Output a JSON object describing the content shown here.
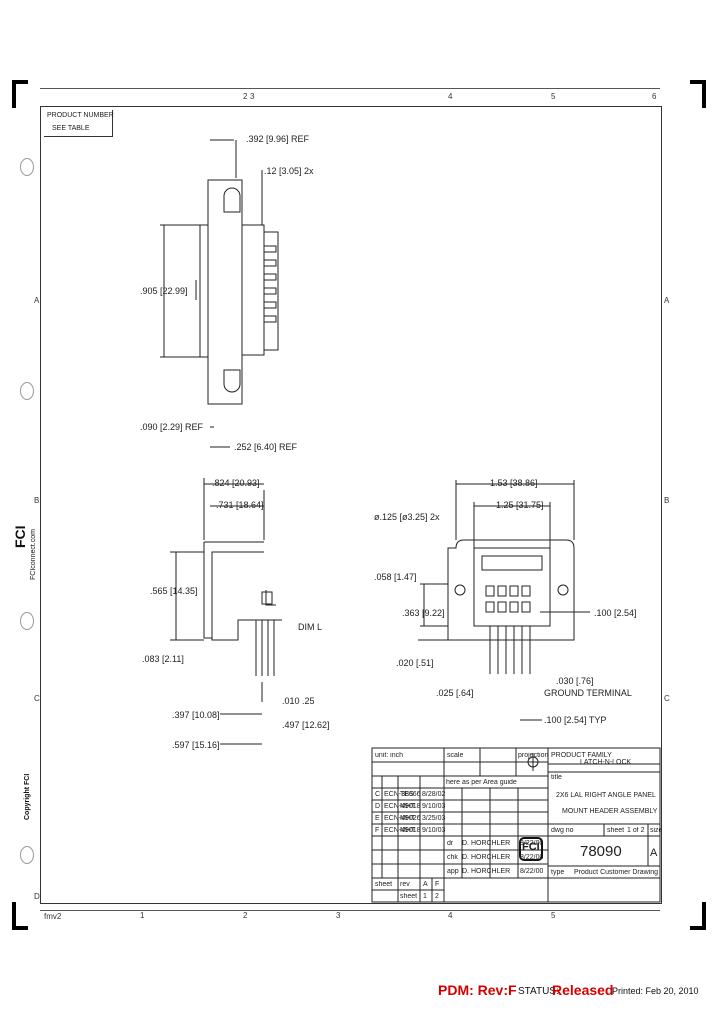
{
  "header": {
    "product_number_label": "PRODUCT NUMBER",
    "product_number_value": "SEE TABLE"
  },
  "zones": {
    "top": [
      "2",
      "3",
      "4",
      "5",
      "6"
    ],
    "bottom": [
      "1",
      "2",
      "3",
      "4",
      "5"
    ],
    "left": [
      "A",
      "B",
      "C",
      "D"
    ],
    "right": [
      "A",
      "B",
      "C"
    ],
    "corner_note": "fmv2"
  },
  "dimensions": {
    "top_ref": ".392 [9.96] REF",
    "slot": ".12 [3.05] 2x",
    "height": ".905 [22.99]",
    "offset_ref": ".090 [2.29] REF",
    "thickness_ref": ".252 [6.40] REF",
    "width_total": ".824 [20.93]",
    "width_inner": ".731 [18.64]",
    "left_height": ".565 [14.35]",
    "left_bottom": ".083 [2.11]",
    "pin_ref": "DIM L",
    "pin_small": ".010 .25",
    "pin_a": ".397 [10.08]",
    "pin_b": ".497 [12.62]",
    "pin_c": ".597 [15.16]",
    "front_total": "1.53 [38.86]",
    "front_inner": "1.25 [31.75]",
    "hole": "ø.125 [ø3.25] 2x",
    "side_a": ".058 [1.47]",
    "side_b": ".363 [9.22]",
    "side_c": ".020 [.51]",
    "pitch_right": ".100 [2.54]",
    "pin_w": ".025 [.64]",
    "ground": ".030 [.76]",
    "ground_label": "GROUND TERMINAL",
    "pitch_typ": ".100 [2.54] TYP"
  },
  "title_block": {
    "tolerances": "unit: inch",
    "scale_label": "scale",
    "projection_label": "projection",
    "product_family_label": "PRODUCT FAMILY",
    "product_family": "LATCH-N-LOCK",
    "title_label": "title",
    "title_line1": "2X6 LAL RIGHT ANGLE PANEL",
    "title_line2": "MOUNT HEADER ASSEMBLY",
    "drawing_no_label": "dwg no",
    "drawing_no": "78090",
    "sheet_label": "sheet",
    "sheet_value": "1 of 2",
    "size_label": "size",
    "size_value": "A",
    "type_label": "type",
    "type_value": "Product Customer Drawing",
    "release_note": "here as per Area guide",
    "revisions": [
      {
        "rev": "C",
        "desc": "ECN-38666",
        "by": "TES",
        "date": "8/28/02"
      },
      {
        "rev": "D",
        "desc": "ECN-49018",
        "by": "MHT",
        "date": "9/10/03"
      },
      {
        "rev": "E",
        "desc": "ECN-49026",
        "by": "MHT",
        "date": "3/25/03"
      },
      {
        "rev": "F",
        "desc": "ECN-49018",
        "by": "MHT",
        "date": "9/10/03"
      }
    ],
    "approvals": [
      {
        "role": "dr",
        "name": "D. HORCHLER",
        "date": "8/22/00"
      },
      {
        "role": "chk",
        "name": "D. HORCHLER",
        "date": "8/22/00"
      },
      {
        "role": "app",
        "name": "D. HORCHLER",
        "date": "8/22/00"
      }
    ],
    "sheet_table": [
      [
        "sheet",
        "rev",
        "A",
        "F"
      ],
      [
        "sheet",
        "1",
        "2"
      ]
    ]
  },
  "side_text": {
    "logo": "FCI",
    "website": "FCIconnect.com",
    "copyright": "Copyright FCI"
  },
  "footer": {
    "pdm": "PDM: Rev:F",
    "status_label": "STATUS:",
    "status_value": "Released",
    "printed": "Printed: Feb 20, 2010"
  },
  "colors": {
    "footer_red": "#d40000",
    "line": "#222222"
  }
}
